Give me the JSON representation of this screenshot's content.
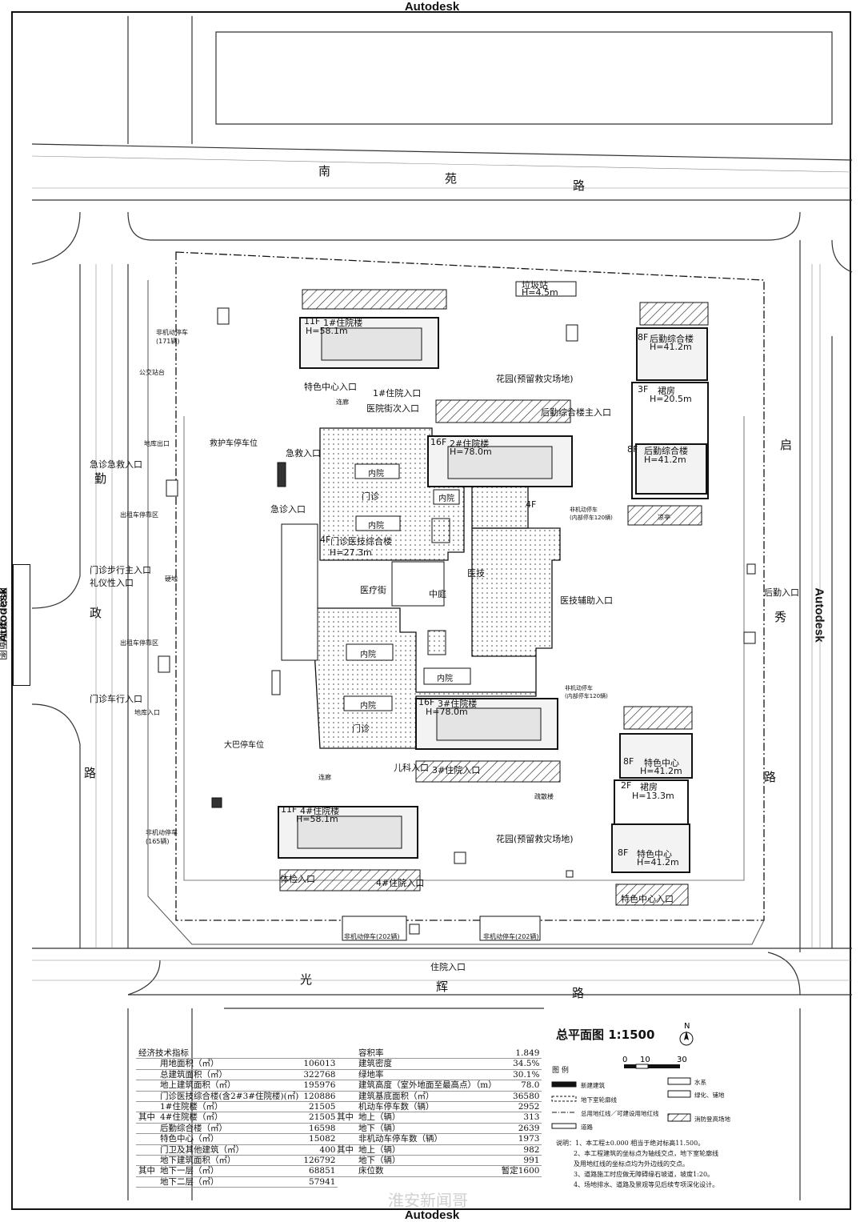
{
  "watermark": "Autodesk",
  "drawing_title_label": "图名：总平面图",
  "roads": {
    "north": [
      "南",
      "苑",
      "路"
    ],
    "west": [
      "勤",
      "政",
      "路"
    ],
    "east": [
      "启",
      "秀",
      "路"
    ],
    "south": [
      "光",
      "辉",
      "路"
    ]
  },
  "buildings": [
    {
      "floors": "11F",
      "name": "1#住院楼",
      "height": "H=58.1m"
    },
    {
      "floors": "16F",
      "name": "2#住院楼",
      "height": "H=78.0m"
    },
    {
      "floors": "16F",
      "name": "3#住院楼",
      "height": "H=78.0m"
    },
    {
      "floors": "11F",
      "name": "4#住院楼",
      "height": "H=58.1m"
    },
    {
      "floors": "4F",
      "name": "门诊医技综合楼",
      "height": "H=27.3m"
    },
    {
      "floors": "8F",
      "name": "后勤综合楼",
      "height": "H=41.2m"
    },
    {
      "floors": "3F",
      "name": "裙房",
      "height": "H=20.5m"
    },
    {
      "floors": "8F",
      "name": "后勤综合楼",
      "height": "H=41.2m"
    },
    {
      "floors": "8F",
      "name": "特色中心",
      "height": "H=41.2m"
    },
    {
      "floors": "2F",
      "name": "裙房",
      "height": "H=13.3m"
    },
    {
      "floors": "8F",
      "name": "特色中心",
      "height": "H=41.2m"
    }
  ],
  "site_labels": {
    "garbage": "垃圾站",
    "garbage_h": "H=4.5m",
    "garden_n": "花园(预留救灾场地)",
    "garden_s": "花园(预留救灾场地)",
    "emergency_entry": "急诊急救入口",
    "ritual_entry": "门诊步行主入口\n礼仪性入口",
    "outpatient_car": "门诊车行入口",
    "inpatient_entry": "住院入口",
    "rear_entry": "后勤入口",
    "tech_aux": "医技辅助入口",
    "logistics_main": "后勤综合楼主入口",
    "special_entry": "特色中心入口",
    "peds": "儿科入口",
    "inp3": "3#住院入口",
    "inp4": "4#住院入口",
    "inp1": "1#住院入口",
    "exam_entry": "体检入口",
    "special_center": "特色中心入口",
    "urgent": "急救入口",
    "emerg": "急诊入口",
    "hosp_street_inner": "医院街次入口",
    "outpatient": "门诊",
    "outpatient2": "门诊",
    "courtyard": "内院",
    "medstreet": "医疗街",
    "atrium": "中庭",
    "medtech": "医技",
    "fourF": "4F",
    "ambulance": "救护车停车位",
    "bus_parking": "大巴停车位",
    "bike_n": "非机动停车\n(171辆)",
    "bike_s": "非机动停车\n(165辆)",
    "bike_e1": "非机动停车\n(内部停车120辆)",
    "bike_e2": "非机动停车\n(内部停车120辆)",
    "bike_s1": "非机动停车(202辆)",
    "bike_s2": "非机动停车(202辆)",
    "bus_stop": "公交站台",
    "taxi1": "出租车停靠区",
    "taxi2": "出租车停靠区",
    "basement_exit": "地库出口",
    "basement_entry": "地库入口",
    "hard": "硬地",
    "link": "连廊",
    "link2": "连廊",
    "evac": "疏散楼",
    "pavilion": "凉亭"
  },
  "scale_title": "总平面图 1:1500",
  "scale_ticks": [
    "0",
    "10",
    "30"
  ],
  "north_symbol": "N",
  "legend": {
    "title": "图    例",
    "items": [
      "新建建筑",
      "地下室轮廓线",
      "总用地红线／可建设用地红线",
      "道路",
      "水系",
      "绿化、铺地",
      "消防登高场地"
    ]
  },
  "tech_table_left": {
    "header": "经济技术指标",
    "rows": [
      [
        "",
        "用地面积（㎡）",
        "106013"
      ],
      [
        "",
        "总建筑面积（㎡）",
        "322768"
      ],
      [
        "",
        "地上建筑面积（㎡）",
        "195976"
      ],
      [
        "",
        "门诊医技综合楼(含2#3#住院楼)(㎡)",
        "120886"
      ],
      [
        "",
        "1#住院楼（㎡）",
        "21505"
      ],
      [
        "其中",
        "4#住院楼（㎡）",
        "21505"
      ],
      [
        "",
        "后勤综合楼（㎡）",
        "16598"
      ],
      [
        "",
        "特色中心（㎡）",
        "15082"
      ],
      [
        "",
        "门卫及其他建筑（㎡）",
        "400"
      ],
      [
        "",
        "地下建筑面积（㎡）",
        "126792"
      ],
      [
        "其中",
        "地下一层（㎡）",
        "68851"
      ],
      [
        "",
        "地下二层（㎡）",
        "57941"
      ]
    ]
  },
  "tech_table_right": {
    "rows": [
      [
        "",
        "容积率",
        "1.849"
      ],
      [
        "",
        "建筑密度",
        "34.5%"
      ],
      [
        "",
        "绿地率",
        "30.1%"
      ],
      [
        "",
        "建筑高度（室外地面至最高点）（m）",
        "78.0"
      ],
      [
        "",
        "建筑基底面积（㎡）",
        "36580"
      ],
      [
        "",
        "机动车停车数（辆）",
        "2952"
      ],
      [
        "其中",
        "地上（辆）",
        "313"
      ],
      [
        "",
        "地下（辆）",
        "2639"
      ],
      [
        "",
        "非机动车停车数（辆）",
        "1973"
      ],
      [
        "其中",
        "地上（辆）",
        "982"
      ],
      [
        "",
        "地下（辆）",
        "991"
      ],
      [
        "",
        "床位数",
        "暂定1600"
      ]
    ]
  },
  "notes": [
    "说明：1、本工程±0.000 相当于绝对标高11.500。",
    "2、本工程建筑的坐标点为轴线交点，地下室轮廓线",
    "及用地红线的坐标点均为外边线的交点。",
    "3、道路施工时应做无障碍缘石坡道，坡度1:20。",
    "4、场地排水、道路及景观等见后续专项深化设计。"
  ],
  "credit": "淮安新闻哥"
}
